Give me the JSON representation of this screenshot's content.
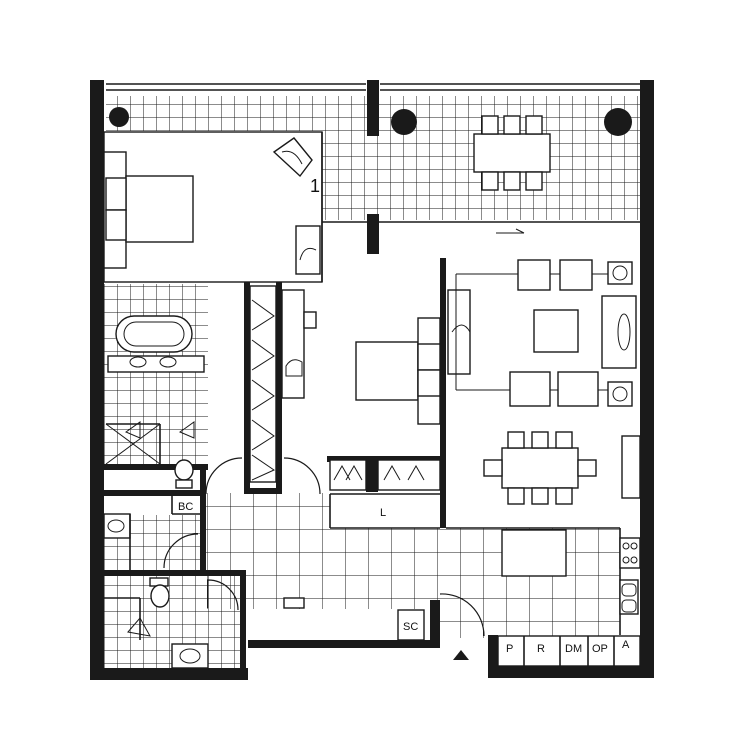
{
  "labels": {
    "bc": "BC",
    "l": "L",
    "sc": "SC",
    "p": "P",
    "r": "R",
    "dm": "DM",
    "op": "OP",
    "a": "A",
    "one": "1"
  },
  "colors": {
    "wall": "#1a1a1a",
    "background": "#ffffff",
    "tile_line": "#1a1a1a"
  },
  "icons": {
    "entry_marker": "triangle-up",
    "stair_arrow": "arrow-right"
  }
}
